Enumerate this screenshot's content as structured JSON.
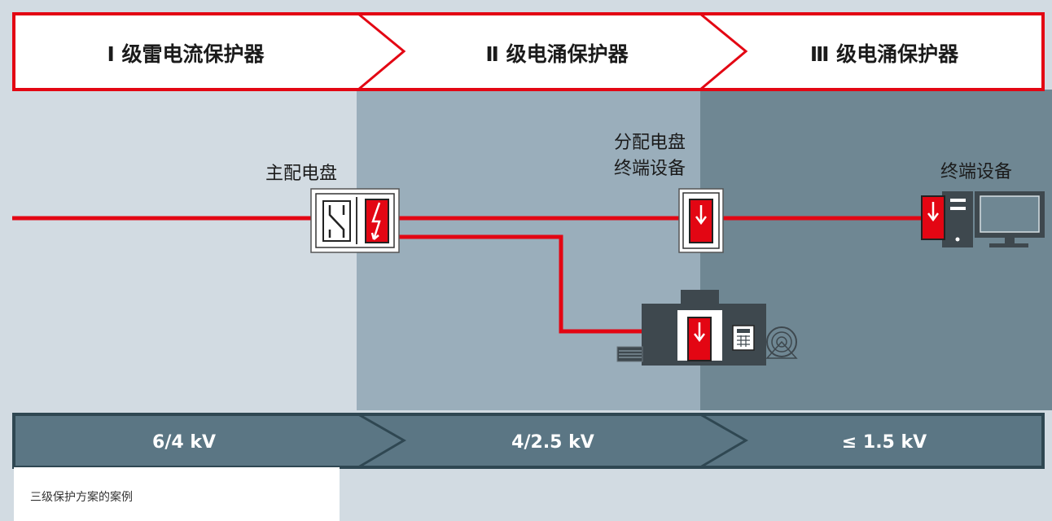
{
  "header": {
    "stages": [
      {
        "label": "Ⅰ 级雷电流保护器"
      },
      {
        "label": "Ⅱ 级电涌保护器"
      },
      {
        "label": "Ⅲ 级电涌保护器"
      }
    ]
  },
  "devices": {
    "main_panel": "主配电盘",
    "distribution_panel": [
      "分配电盘",
      "终端设备"
    ],
    "terminal_device": "终端设备"
  },
  "voltage_bar": {
    "levels": [
      {
        "label": "6/4 kV"
      },
      {
        "label": "4/2.5 kV"
      },
      {
        "label": "≤ 1.5 kV"
      }
    ]
  },
  "caption": "三级保护方案的案例",
  "colors": {
    "accent_red": "#e30613",
    "zone1": "#d2dbe2",
    "zone2": "#9aaebb",
    "zone3": "#6f8793",
    "voltage_bar": "#5b7684",
    "device_dark": "#3e484e"
  }
}
